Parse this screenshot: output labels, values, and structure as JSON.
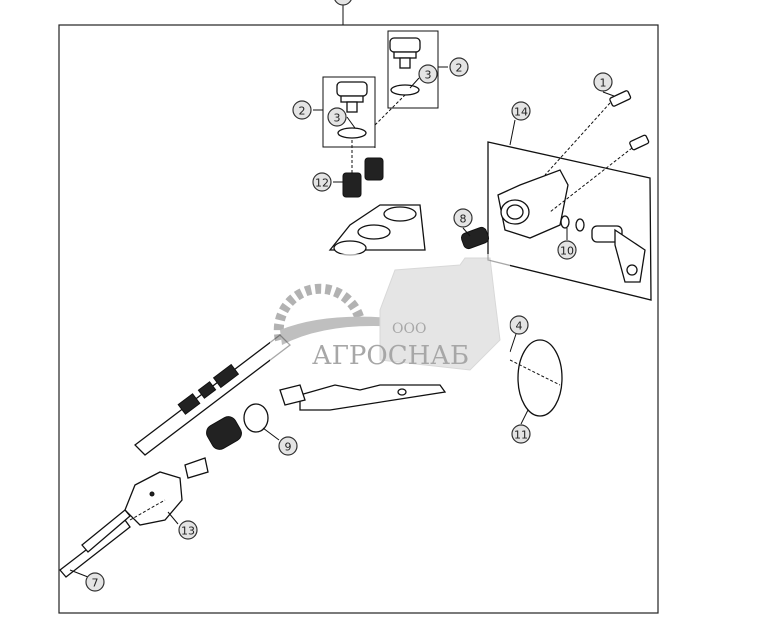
{
  "diagram": {
    "callouts": [
      {
        "id": "c-top",
        "label": ""
      },
      {
        "id": "c1",
        "label": "1"
      },
      {
        "id": "c2a",
        "label": "2"
      },
      {
        "id": "c2b",
        "label": "2"
      },
      {
        "id": "c3a",
        "label": "3"
      },
      {
        "id": "c3b",
        "label": "3"
      },
      {
        "id": "c4",
        "label": "4"
      },
      {
        "id": "c7",
        "label": "7"
      },
      {
        "id": "c8",
        "label": "8"
      },
      {
        "id": "c9",
        "label": "9"
      },
      {
        "id": "c10",
        "label": "10"
      },
      {
        "id": "c11",
        "label": "11"
      },
      {
        "id": "c12",
        "label": "12"
      },
      {
        "id": "c13",
        "label": "13"
      },
      {
        "id": "c14",
        "label": "14"
      }
    ]
  },
  "watermark": {
    "prefix": "ООО",
    "name": "АГРОСНАБ"
  }
}
